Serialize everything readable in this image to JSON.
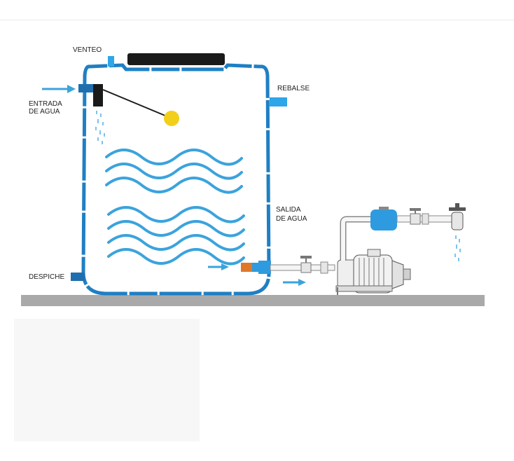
{
  "labels": {
    "vent": "VENTEO",
    "inlet_line1": "ENTRADA",
    "inlet_line2": "DE AGUA",
    "overflow": "REBALSE",
    "outlet_line1": "SALIDA",
    "outlet_line2": "DE AGUA",
    "drain": "DESPICHE"
  },
  "colors": {
    "tank_outline": "#1f7fc4",
    "water_waves": "#3ba3dc",
    "arrows": "#3ba3dc",
    "float_ball": "#f2cf1b",
    "lid": "#1a1a1a",
    "ground": "#a9a9a9",
    "pressure_tank": "#2e9be0"
  },
  "icons": [
    "inlet-arrow-icon",
    "float-valve-icon",
    "wave-icon",
    "flow-arrow-icon",
    "pump-icon",
    "pressure-tank-icon",
    "valve-icon",
    "faucet-icon"
  ]
}
